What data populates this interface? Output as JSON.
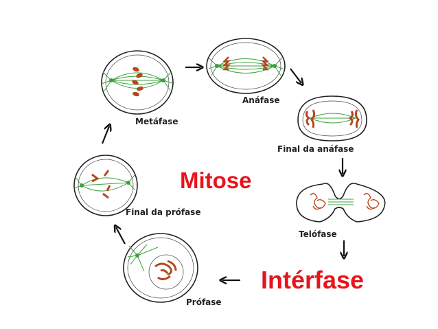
{
  "labels": {
    "metafase": "Metáfase",
    "anafase": "Anáfase",
    "final_anafase": "Final da anáfase",
    "telofase": "Telófase",
    "profase": "Prófase",
    "final_profase": "Final da prófase"
  },
  "title": "Mitose",
  "interphase": "Intérfase",
  "colors": {
    "highlight": "#e8141c",
    "spindle": "#3ca03c",
    "chromosome": "#b5471f",
    "outline": "#222222"
  }
}
